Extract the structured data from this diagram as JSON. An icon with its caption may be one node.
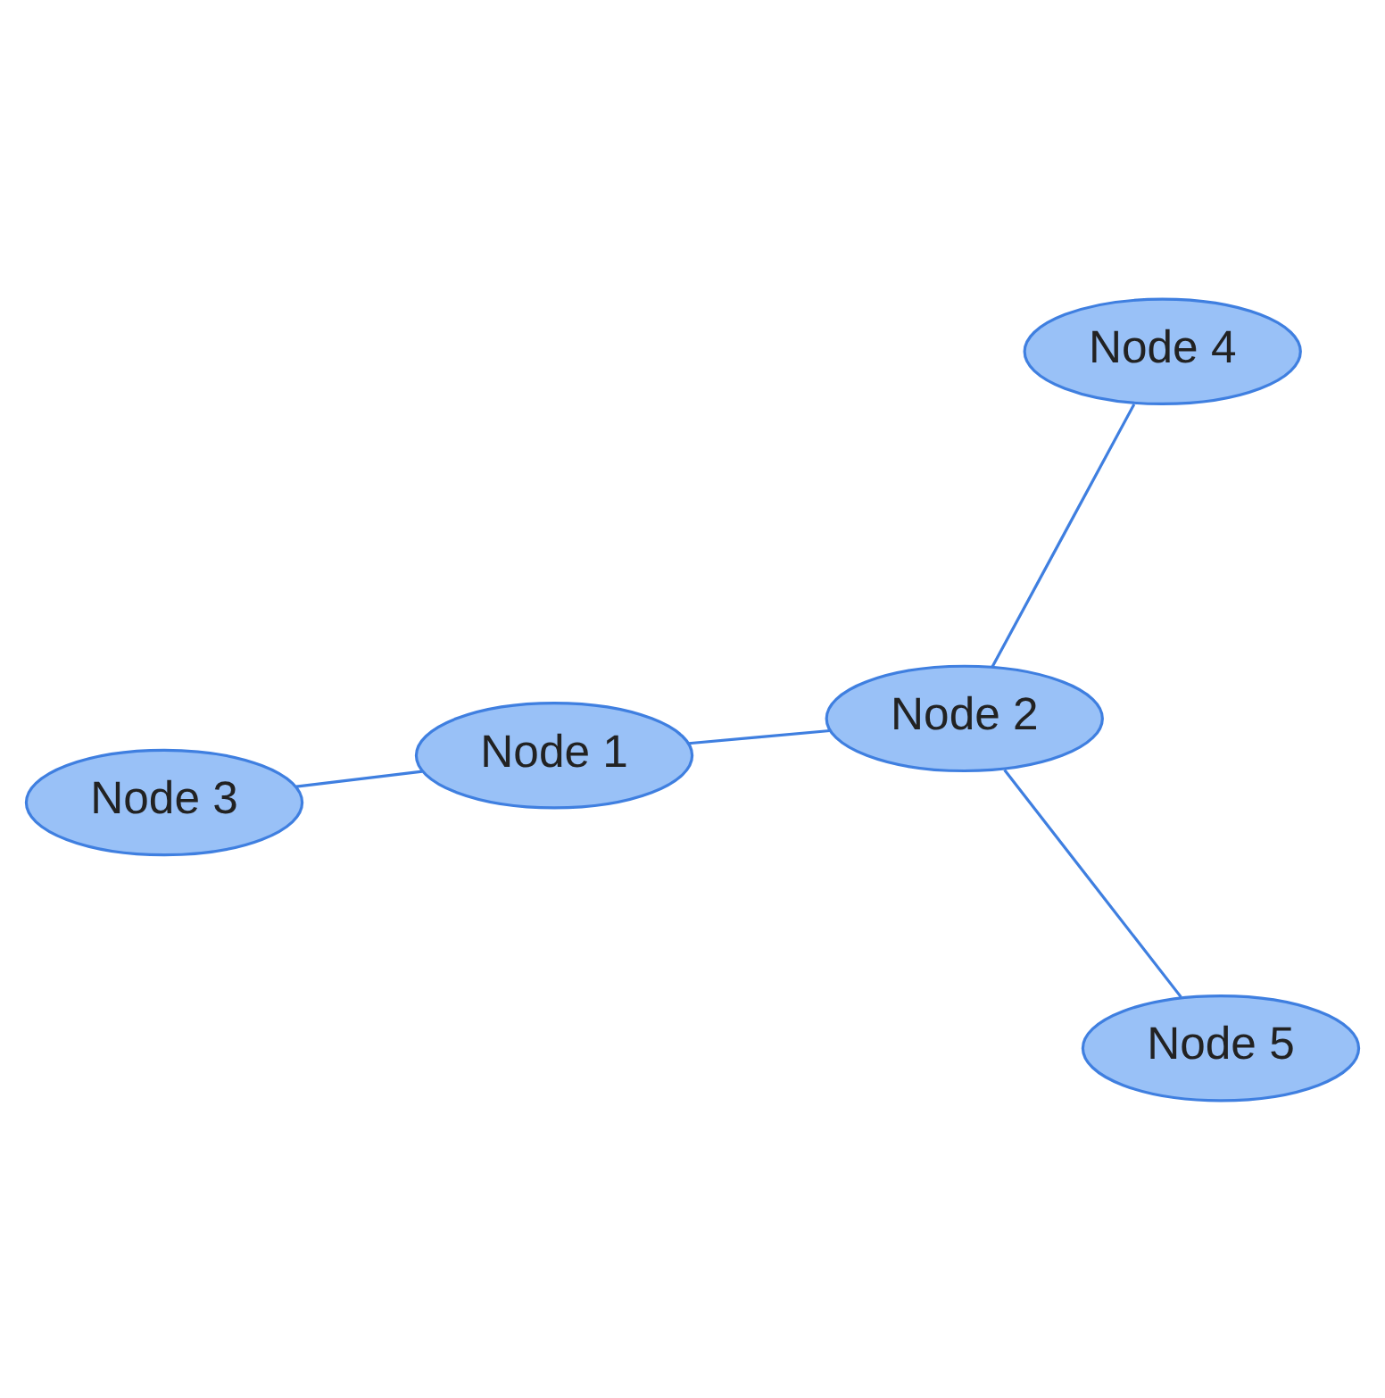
{
  "diagram": {
    "nodes": [
      {
        "text": [
          "Node 3"
        ]
      },
      {
        "text": [
          "Node 1"
        ]
      },
      {
        "text": [
          "Node 5"
        ]
      },
      {
        "text": [
          "Node 2"
        ]
      },
      {
        "text": [
          "Node 4"
        ]
      }
    ],
    "edges": [
      {
        "from": 0,
        "to": 1,
        "arrow": "none"
      },
      {
        "from": 1,
        "to": 3,
        "arrow": "none"
      },
      {
        "from": 3,
        "to": 2,
        "arrow": "none"
      },
      {
        "from": 3,
        "to": 4,
        "arrow": "none"
      }
    ]
  }
}
